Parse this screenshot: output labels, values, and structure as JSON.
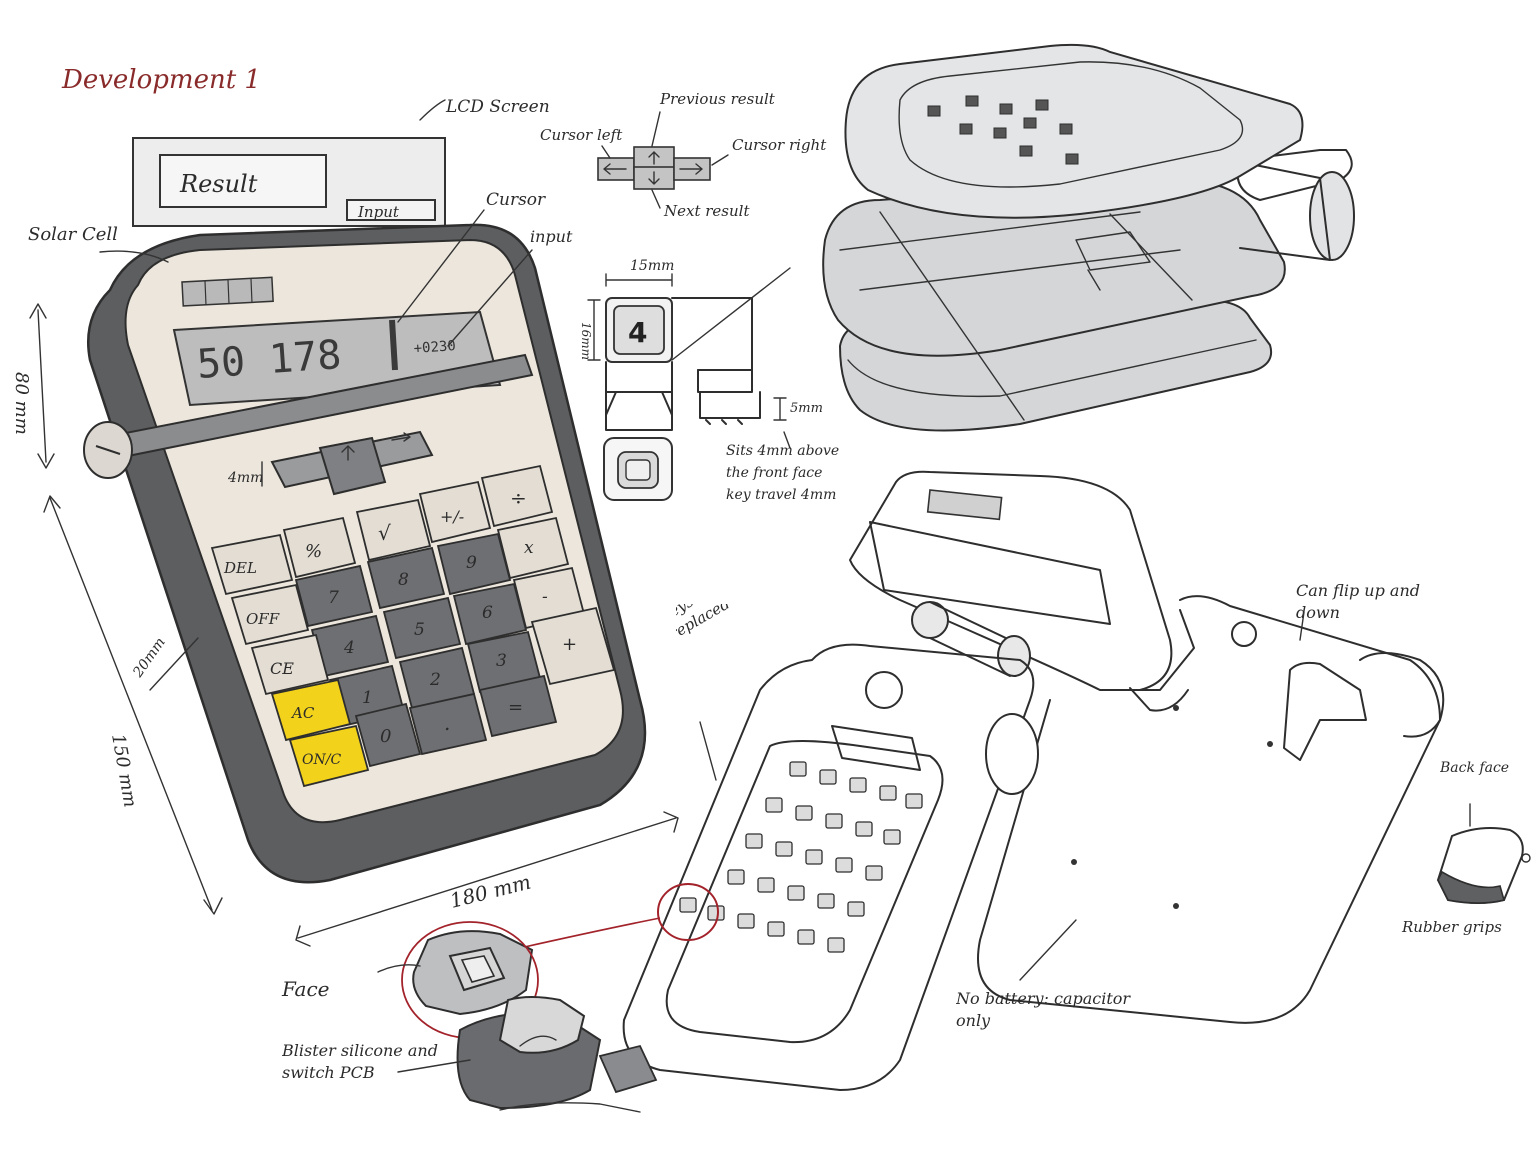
{
  "title": "Development 1",
  "colors": {
    "ink": "#2e2e2e",
    "title_ink": "#8a2b2b",
    "body_grey": "#5d5e60",
    "face_cream": "#ece6dc",
    "key_light": "#e3ddd3",
    "key_dark": "#6e6f72",
    "accent_yellow": "#f2d21a",
    "red_circle": "#a3232b",
    "exploded_grey": "#d4d6d8"
  },
  "labels": {
    "lcd_screen": "LCD Screen",
    "result_box": "Result",
    "input_box": "Input",
    "solar_cell": "Solar Cell",
    "cursor": "Cursor",
    "input": "input",
    "cursor_left": "Cursor left",
    "previous_result": "Previous result",
    "cursor_right": "Cursor right",
    "next_result": "Next result",
    "dim_15mm": "15mm",
    "dim_16mm": "16mm",
    "dim_5mm": "5mm",
    "key_sample": "4",
    "sits_above": "Sits 4mm above the front face",
    "key_travel": "key travel 4mm",
    "dim_4mm": "4mm",
    "dim_20mm": "20mm",
    "dim_80mm": "80 mm",
    "dim_180mm": "180 mm",
    "dim_150mm": "150 mm",
    "keys_removed": "Keys can be removed + replaced",
    "flip_up": "Can flip up and down",
    "back_face": "Back face",
    "rubber_grips": "Rubber grips",
    "face": "Face",
    "blister": "Blister silicone and switch PCB",
    "no_battery": "No battery: capacitor only"
  },
  "display": {
    "main_digits": "50 178",
    "small_readout": "+0230"
  },
  "keys": {
    "row1": [
      "%",
      "√",
      "+/-",
      "÷"
    ],
    "row2": [
      "DEL",
      "7",
      "8",
      "9",
      "x"
    ],
    "row3": [
      "OFF",
      "4",
      "5",
      "6",
      "-"
    ],
    "row4": [
      "CE",
      "1",
      "2",
      "3",
      "+"
    ],
    "row5": [
      "AC",
      ".",
      "="
    ],
    "row6": [
      "ON/C",
      "0"
    ]
  }
}
